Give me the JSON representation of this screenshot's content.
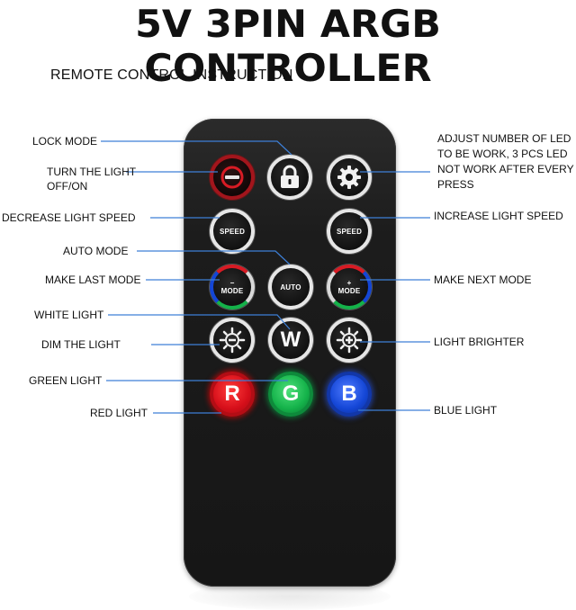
{
  "title": "5V 3PIN ARGB CONTROLLER",
  "subtitle": "REMOTE CONTROL INSTRUCTION",
  "labels": {
    "lock_mode": "LOCK MODE",
    "turn_light_1": "TURN THE LIGHT",
    "turn_light_2": "OFF/ON",
    "decrease_speed": "DECREASE LIGHT SPEED",
    "auto_mode": "AUTO MODE",
    "make_last_mode": "MAKE LAST MODE",
    "white_light": "WHITE LIGHT",
    "dim_light": "DIM THE LIGHT",
    "green_light": "GREEN LIGHT",
    "red_light": "RED LIGHT",
    "adjust_1": "ADJUST  NUMBER OF LED",
    "adjust_2": "TO BE WORK, 3 PCS LED",
    "adjust_3": "NOT WORK AFTER EVERY",
    "adjust_4": "PRESS",
    "increase_speed": "INCREASE LIGHT SPEED",
    "make_next_mode": "MAKE NEXT MODE",
    "light_brighter": "LIGHT BRIGHTER",
    "blue_light": "BLUE LIGHT"
  },
  "buttons": {
    "speed_left": "SPEED",
    "speed_right": "SPEED",
    "mode_left": "MODE",
    "mode_left_sign": "−",
    "auto": "AUTO",
    "mode_right": "MODE",
    "mode_right_sign": "+",
    "white": "W",
    "red": "R",
    "green": "G",
    "blue": "B"
  },
  "colors": {
    "red": "#d60f1a",
    "green": "#14b24a",
    "blue": "#1446d6",
    "leader_line": "#3d7fd6"
  }
}
